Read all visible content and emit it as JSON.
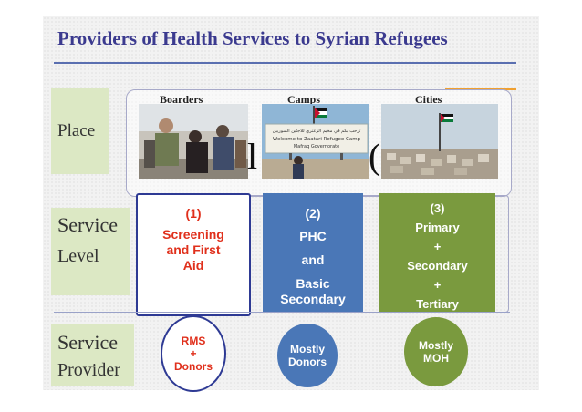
{
  "title": "Providers of Health  Services to Syrian Refugees",
  "rows": {
    "place": "Place",
    "service_level": [
      "Service",
      "Level"
    ],
    "service_provider": [
      "Service",
      "Provider"
    ]
  },
  "columns": {
    "headers": [
      "Boarders",
      "Camps",
      "Cities"
    ],
    "camp_sign": {
      "line1": "ترحب بكم في مخيم الزعتري للاجئين السوريين",
      "line2": "Welcome to Zaatari Refugee Camp",
      "line3": "Mafraq Governorate"
    },
    "overlay_glyphs": [
      "l",
      "("
    ]
  },
  "levels": [
    {
      "lines": [
        "(1)",
        "Screening",
        "and First",
        "Aid"
      ]
    },
    {
      "lines": [
        "(2)",
        "PHC",
        "and",
        "Basic",
        "Secondary"
      ]
    },
    {
      "lines": [
        "(3)",
        "Primary",
        "+",
        "Secondary",
        "+",
        "Tertiary"
      ]
    }
  ],
  "providers": [
    {
      "lines": [
        "RMS",
        "+",
        "Donors"
      ]
    },
    {
      "lines": [
        "Mostly",
        "Donors"
      ]
    },
    {
      "lines": [
        "Mostly",
        "MOH"
      ]
    }
  ],
  "colors": {
    "title": "#3b3a8f",
    "level1_text": "#e0301c",
    "level2_fill": "#4a77b7",
    "level3_fill": "#7a9a3e",
    "row_label_fill": "#dce8c4",
    "accent_orange": "#f0a030"
  }
}
